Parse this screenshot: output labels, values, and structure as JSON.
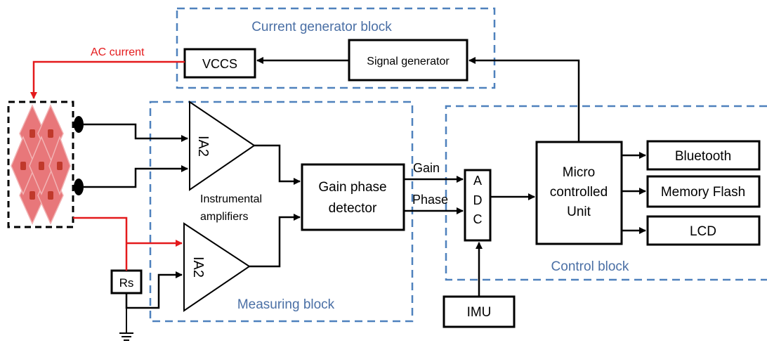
{
  "groups": {
    "current_generator": "Current generator block",
    "measuring": "Measuring block",
    "control": "Control block"
  },
  "blocks": {
    "vccs": "VCCS",
    "signal_generator": "Signal generator",
    "ia_top": "IA2",
    "ia_bottom": "IA2",
    "gain_phase_line1": "Gain phase",
    "gain_phase_line2": "detector",
    "adc_a": "A",
    "adc_d": "D",
    "adc_c": "C",
    "mcu_line1": "Micro",
    "mcu_line2": "controlled",
    "mcu_line3": "Unit",
    "bluetooth": "Bluetooth",
    "memory_flash": "Memory Flash",
    "lcd": "LCD",
    "imu": "IMU",
    "rs": "Rs"
  },
  "labels": {
    "ac_current": "AC current",
    "instrumental_line1": "Instrumental",
    "instrumental_line2": "amplifiers",
    "gain": "Gain",
    "phase": "Phase"
  },
  "colors": {
    "group_border": "#4f81bd",
    "group_label": "#4a6fa5",
    "ac_current": "#e41a1c",
    "tissue_cell": "#e8777a",
    "tissue_nucleus": "#c0392b"
  }
}
